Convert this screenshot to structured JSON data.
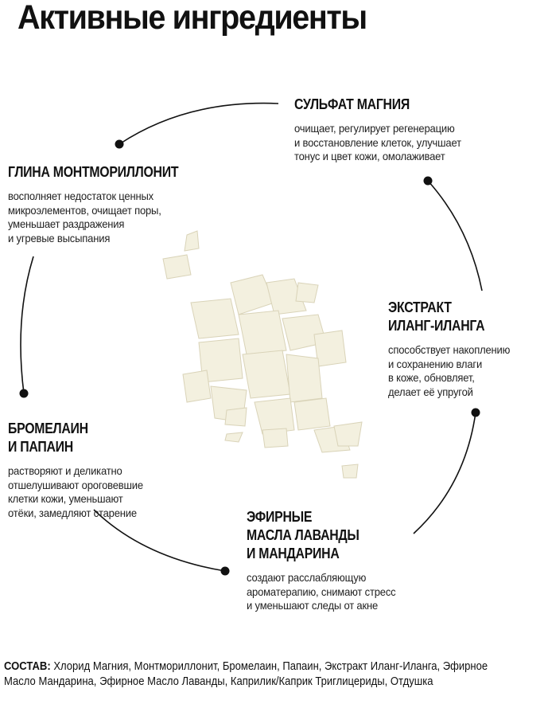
{
  "title": "Активные ингредиенты",
  "ingredients": [
    {
      "name": "СУЛЬФАТ МАГНИЯ",
      "desc": "очищает, регулирует регенерацию\nи восстановление клеток, улучшает\nтонус и цвет кожи, омолаживает"
    },
    {
      "name": "ГЛИНА МОНТМОРИЛЛОНИТ",
      "desc": "восполняет недостаток ценных\nмикроэлементов, очищает поры,\nуменьшает раздражения\nи угревые высыпания"
    },
    {
      "name": "ЭКСТРАКТ\nИЛАНГ-ИЛАНГА",
      "desc": "способствует накоплению\nи сохранению влаги\nв коже, обновляет,\nделает её упругой"
    },
    {
      "name": "БРОМЕЛАИН\nИ ПАПАИН",
      "desc": "растворяют и деликатно\nотшелушивают ороговевшие\nклетки кожи, уменьшают\nотёки, замедляют старение"
    },
    {
      "name": "ЭФИРНЫЕ\nМАСЛА ЛАВАНДЫ\nИ МАНДАРИНА",
      "desc": "создают расслабляющую\nароматерапию, снимают стресс\nи уменьшают следы от акне"
    }
  ],
  "composition": {
    "label": "СОСТАВ:",
    "text": " Хлорид Магния, Монтмориллонит, Бромелаин, Папаин, Экстракт Иланг-Иланга, Эфирное Масло Мандарина, Эфирное Масло Лаванды, Каприлик/Каприк Триглицериды, Отдушка"
  }
}
